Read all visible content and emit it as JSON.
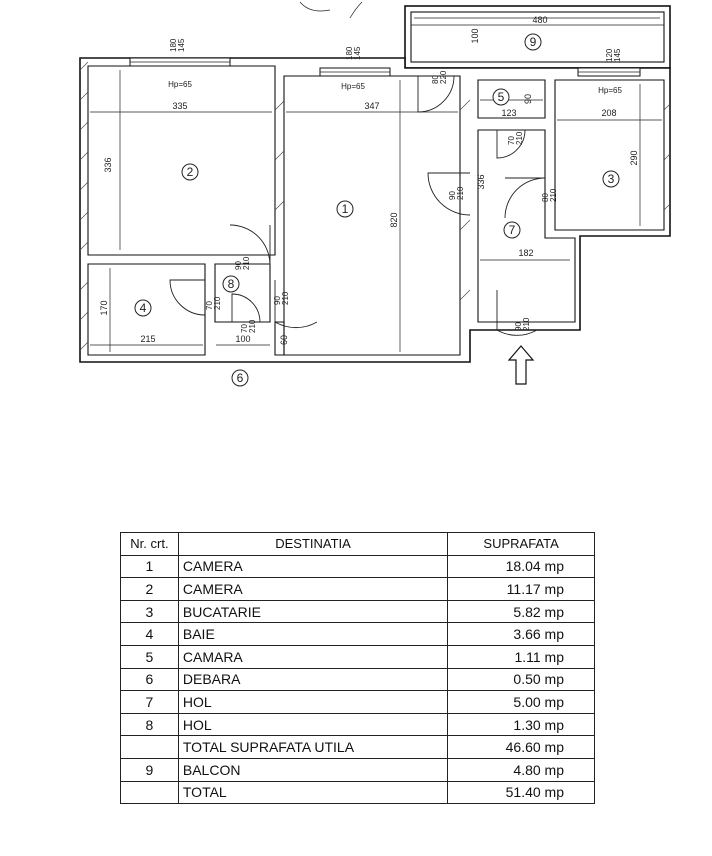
{
  "plan": {
    "rooms": [
      {
        "id": "1",
        "label": "1"
      },
      {
        "id": "2",
        "label": "2"
      },
      {
        "id": "3",
        "label": "3"
      },
      {
        "id": "4",
        "label": "4"
      },
      {
        "id": "5",
        "label": "5"
      },
      {
        "id": "6",
        "label": "6"
      },
      {
        "id": "7",
        "label": "7"
      },
      {
        "id": "8",
        "label": "8"
      },
      {
        "id": "9",
        "label": "9"
      }
    ],
    "dimensions": {
      "room2_width": "335",
      "room2_height": "336",
      "room1_width": "347",
      "room1_height": "820",
      "room3_width": "208",
      "room3_height": "290",
      "room5_width": "123",
      "room5_height": "90",
      "room4_width": "215",
      "room4_height": "170",
      "hall7_width": "182",
      "hall7_height": "336",
      "debara_width": "100",
      "debara_height": "60",
      "balcony_width": "480",
      "balcony_depth": "100"
    },
    "windows": {
      "w1": "180\n145",
      "w2": "180\n145",
      "w3": "120\n145",
      "w4": "80\n220"
    },
    "sill": {
      "room2": "Hp=65",
      "room1": "Hp=65",
      "room3": "Hp=65"
    },
    "doors": {
      "d_bath": "70\n210",
      "d_h8a": "90\n210",
      "d_h8b": "90\n210",
      "d_deb": "70\n210",
      "d_room1": "90\n210",
      "d_room3": "80\n210",
      "d_room5": "70\n210",
      "d_entry": "90\n210"
    },
    "entry_arrow_icon": "up-arrow-icon"
  },
  "table": {
    "headers": {
      "nr": "Nr. crt.",
      "destinatia": "DESTINATIA",
      "suprafata": "SUPRAFATA"
    },
    "rows": [
      {
        "nr": "1",
        "dest": "CAMERA",
        "surf": "18.04 mp"
      },
      {
        "nr": "2",
        "dest": "CAMERA",
        "surf": "11.17 mp"
      },
      {
        "nr": "3",
        "dest": "BUCATARIE",
        "surf": "5.82 mp"
      },
      {
        "nr": "4",
        "dest": "BAIE",
        "surf": "3.66 mp"
      },
      {
        "nr": "5",
        "dest": "CAMARA",
        "surf": "1.11 mp"
      },
      {
        "nr": "6",
        "dest": "DEBARA",
        "surf": "0.50 mp"
      },
      {
        "nr": "7",
        "dest": "HOL",
        "surf": "5.00 mp"
      },
      {
        "nr": "8",
        "dest": "HOL",
        "surf": "1.30 mp"
      },
      {
        "nr": "",
        "dest": "TOTAL SUPRAFATA UTILA",
        "surf": "46.60 mp"
      },
      {
        "nr": "9",
        "dest": "BALCON",
        "surf": "4.80 mp"
      },
      {
        "nr": "",
        "dest": "TOTAL",
        "surf": "51.40 mp"
      }
    ]
  }
}
